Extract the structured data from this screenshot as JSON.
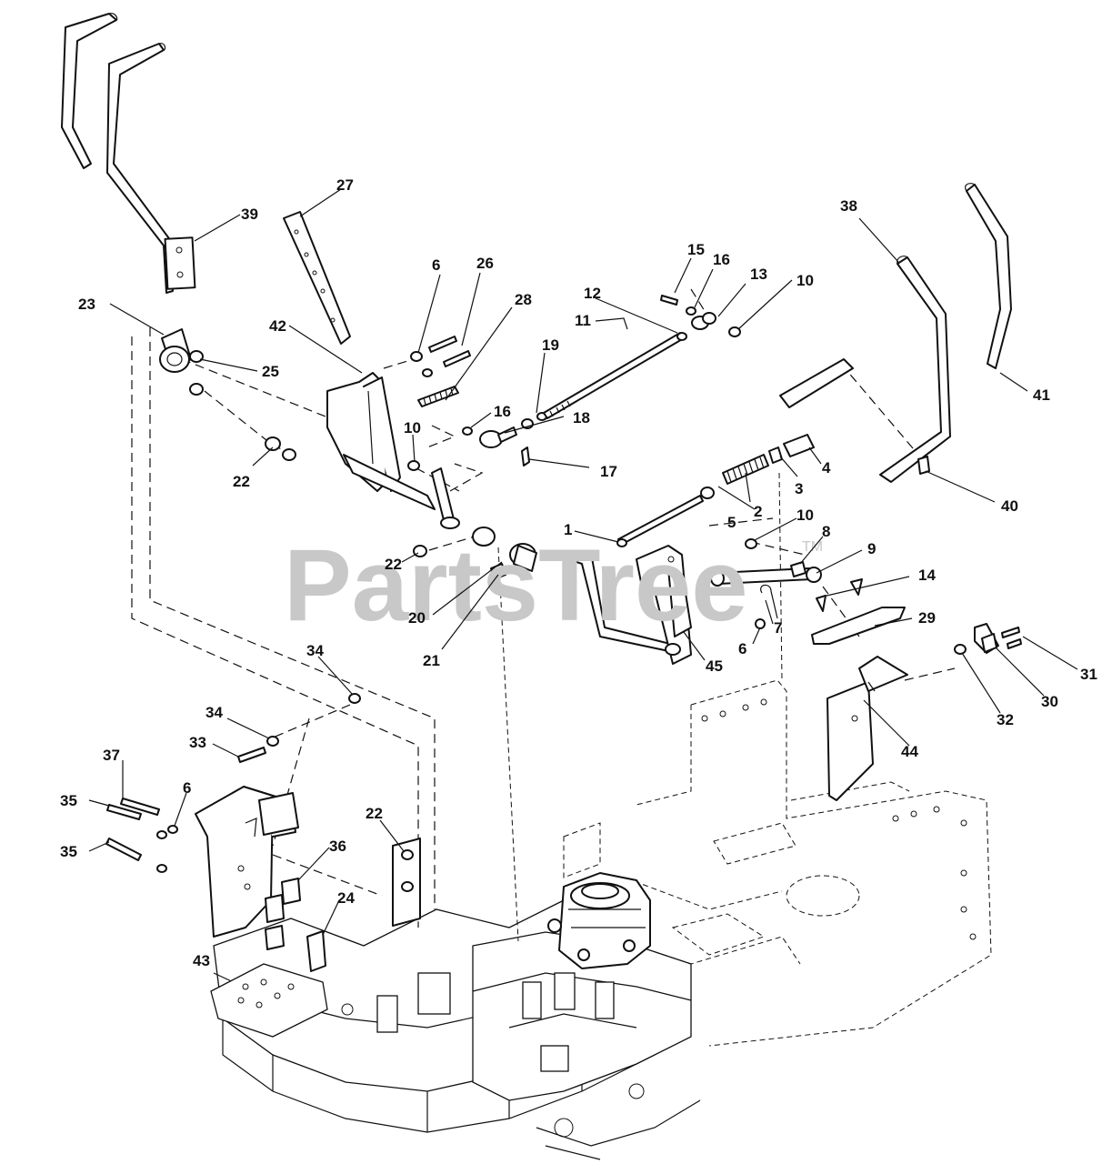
{
  "watermark": {
    "text": "PartsTree",
    "trademark": "TM"
  },
  "callouts": {
    "c1": "1",
    "c2": "2",
    "c3": "3",
    "c4": "4",
    "c5": "5",
    "c6a": "6",
    "c6b": "6",
    "c6c": "6",
    "c7": "7",
    "c8": "8",
    "c9": "9",
    "c10a": "10",
    "c10b": "10",
    "c10c": "10",
    "c11": "11",
    "c12": "12",
    "c13": "13",
    "c14": "14",
    "c15": "15",
    "c16a": "16",
    "c16b": "16",
    "c17": "17",
    "c18": "18",
    "c19": "19",
    "c20": "20",
    "c21": "21",
    "c22a": "22",
    "c22b": "22",
    "c22c": "22",
    "c23": "23",
    "c24": "24",
    "c25": "25",
    "c26": "26",
    "c27": "27",
    "c28": "28",
    "c29": "29",
    "c30": "30",
    "c31": "31",
    "c32": "32",
    "c33": "33",
    "c34a": "34",
    "c34b": "34",
    "c35a": "35",
    "c35b": "35",
    "c36": "36",
    "c37": "37",
    "c38": "38",
    "c39": "39",
    "c40": "40",
    "c41": "41",
    "c42": "42",
    "c43": "43",
    "c44": "44",
    "c45": "45"
  }
}
